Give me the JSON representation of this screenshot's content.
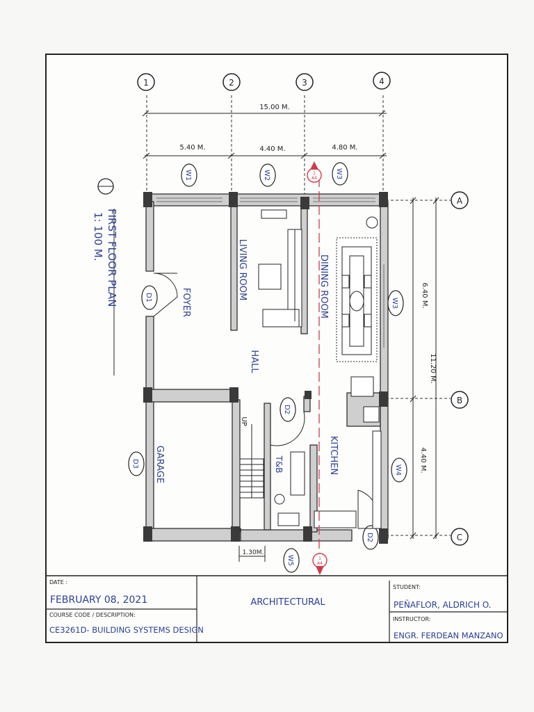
{
  "drawing": {
    "title": "FIRST FLOOR PLAN",
    "scale": "1: 100 M.",
    "grid_columns": [
      "1",
      "2",
      "3",
      "4"
    ],
    "grid_rows": [
      "A",
      "B",
      "C"
    ],
    "dimensions": {
      "overall_width": "15.00 M.",
      "bay_1_2": "5.40 M.",
      "bay_2_3": "4.40 M.",
      "bay_3_4": "4.80 M.",
      "overall_depth": "11.20 M.",
      "bay_a_b": "6.40 M.",
      "bay_b_c": "4.40 M.",
      "stair_width": "1.30M."
    },
    "rooms": {
      "foyer": "FOYER",
      "living_room": "LIVING ROOM",
      "dining_room": "DINING ROOM",
      "hall": "HALL",
      "garage": "GARAGE",
      "kitchen": "KITCHEN",
      "toilet_bath": "T&B",
      "stair_up": "UP"
    },
    "windows": {
      "w1": "W1",
      "w2": "W2",
      "w3_top": "W3",
      "w3_side": "W3",
      "w4": "W4",
      "w5": "W5"
    },
    "doors": {
      "d1": "D1",
      "d2_bath": "D2",
      "d2_kitchen": "D2",
      "d3": "D3"
    },
    "section_marker": {
      "num": "1",
      "sheet": "A4"
    }
  },
  "title_block": {
    "date_label": "DATE :",
    "date_value": "FEBRUARY 08, 2021",
    "course_label": "COURSE CODE / DESCRIPTION:",
    "course_value": "CE3261D- BUILDING SYSTEMS DESIGN",
    "sheet_title": "ARCHITECTURAL",
    "student_label": "STUDENT:",
    "student_value": "PEÑAFLOR, ALDRICH O.",
    "instructor_label": "INSTRUCTOR:",
    "instructor_value": "ENGR. FERDEAN MANZANO"
  },
  "colors": {
    "ink": "#222222",
    "blue_ink": "#2a3f93",
    "red_marker": "#d23a4a",
    "wall_fill": "#c9c9c9"
  }
}
